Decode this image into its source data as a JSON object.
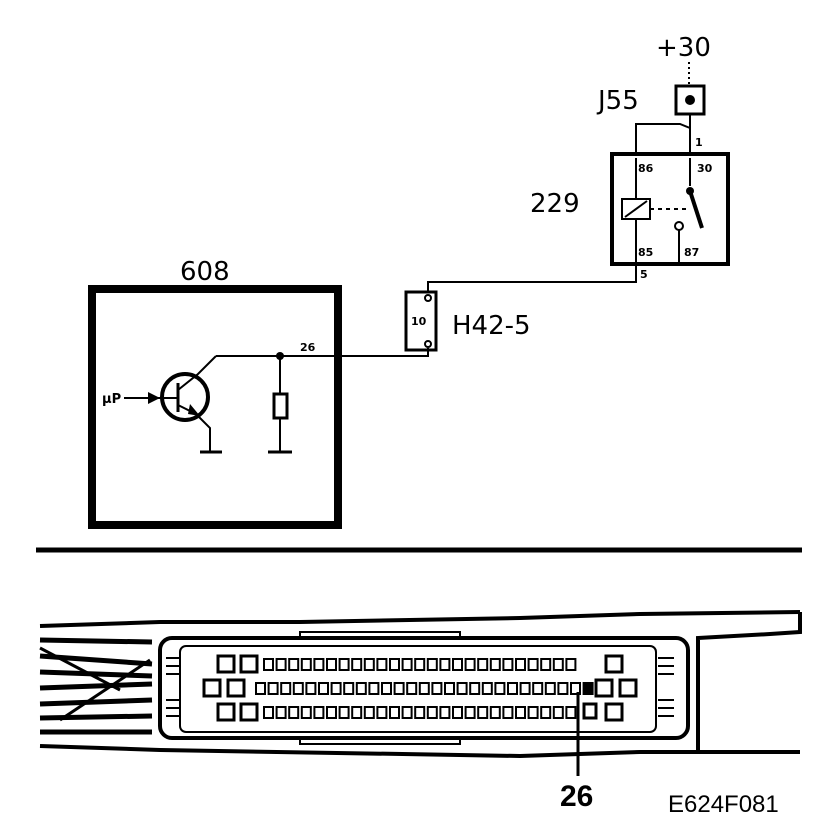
{
  "supply_label": "+30",
  "fuse": {
    "label": "J55",
    "pin": "1"
  },
  "relay": {
    "label": "229",
    "pins": {
      "p86": "86",
      "p30": "30",
      "p85": "85",
      "p87": "87"
    },
    "pin_5": "5"
  },
  "connector_h": {
    "label": "H42-5",
    "pin": "10"
  },
  "ecu": {
    "label": "608",
    "pin": "26",
    "input_label": "µP"
  },
  "connector_detail": {
    "callout": "26"
  },
  "figure_ref": "E624F081"
}
